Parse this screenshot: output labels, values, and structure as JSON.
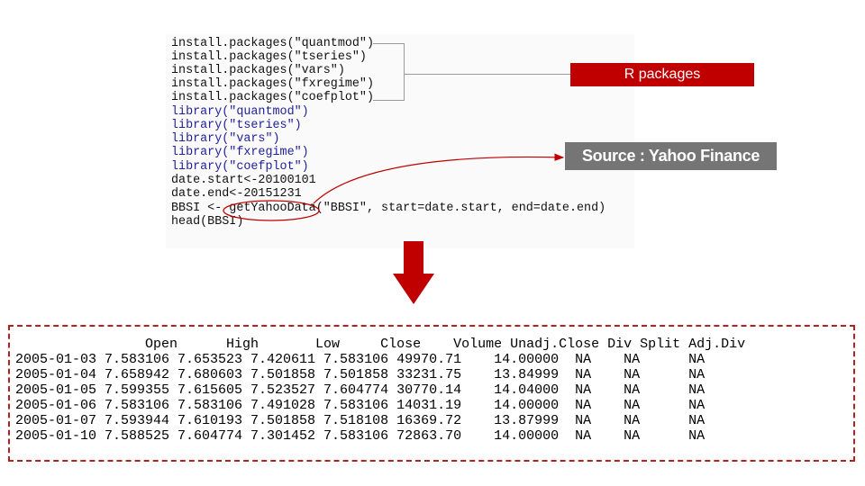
{
  "code": {
    "lines": [
      "install.packages(\"quantmod\")",
      "install.packages(\"tseries\")",
      "install.packages(\"vars\")",
      "install.packages(\"fxregime\")",
      "install.packages(\"coefplot\")",
      "library(\"quantmod\")",
      "library(\"tseries\")",
      "library(\"vars\")",
      "library(\"fxregime\")",
      "library(\"coefplot\")",
      "date.start<-20100101",
      "date.end<-20151231",
      "BBSI <- getYahooData(\"BBSI\", start=date.start, end=date.end)",
      "head(BBSI)"
    ]
  },
  "labels": {
    "r_packages": "R packages",
    "source": "Source : Yahoo Finance"
  },
  "colors": {
    "accent_red": "#c00000",
    "label_gray": "#757575",
    "arrow_red": "#c00000",
    "dashed_border": "#b22222"
  },
  "output": {
    "lines": [
      "                Open      High       Low     Close    Volume Unadj.Close Div Split Adj.Div",
      "2005-01-03 7.583106 7.653523 7.420611 7.583106 49970.71    14.00000  NA    NA      NA",
      "2005-01-04 7.658942 7.680603 7.501858 7.501858 33231.75    13.84999  NA    NA      NA",
      "2005-01-05 7.599355 7.615605 7.523527 7.604774 30770.14    14.04000  NA    NA      NA",
      "2005-01-06 7.583106 7.583106 7.491028 7.583106 14031.19    14.00000  NA    NA      NA",
      "2005-01-07 7.593944 7.610193 7.501858 7.518108 16369.72    13.87999  NA    NA      NA",
      "2005-01-10 7.588525 7.604774 7.301452 7.583106 72863.70    14.00000  NA    NA      NA"
    ]
  }
}
